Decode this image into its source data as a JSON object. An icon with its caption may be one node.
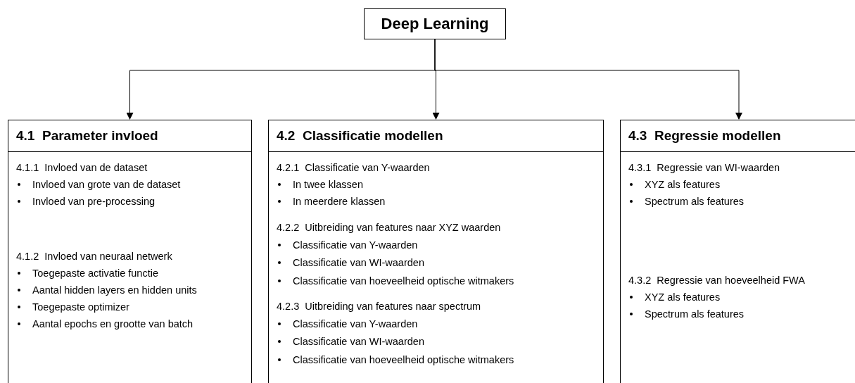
{
  "diagram": {
    "nodes": [
      {
        "text": [
          "Deep Learning"
        ]
      },
      {
        "text": [
          "4.1  Parameter invloed",
          "4.1.1  Invloed van de dataset",
          "Invloed van grote van de dataset",
          "Invloed van pre-processing",
          "4.1.2  Invloed van neuraal netwerk",
          "Toegepaste activatie functie",
          "Aantal hidden layers en hidden units",
          "Toegepaste optimizer",
          "Aantal epochs en grootte van batch"
        ]
      },
      {
        "text": [
          "4.2  Classificatie modellen",
          "4.2.1  Classificatie van Y-waarden",
          "In twee klassen",
          "In meerdere klassen",
          "4.2.2  Uitbreiding van features naar XYZ waarden",
          "Classificatie van Y-waarden",
          "Classificatie van WI-waarden",
          "Classificatie van hoeveelheid optische witmakers",
          "4.2.3  Uitbreiding van features naar spectrum",
          "Classificatie van Y-waarden",
          "Classificatie van WI-waarden",
          "Classificatie van hoeveelheid optische witmakers"
        ]
      },
      {
        "text": [
          "4.3  Regressie modellen",
          "4.3.1  Regressie van WI-waarden",
          "XYZ als features",
          "Spectrum als features",
          "4.3.2  Regressie van hoeveelheid FWA",
          "XYZ als features",
          "Spectrum als features"
        ]
      }
    ],
    "edges": [
      {
        "from": 0,
        "to": 1,
        "arrow": "to"
      },
      {
        "from": 0,
        "to": 2,
        "arrow": "to"
      },
      {
        "from": 0,
        "to": 3,
        "arrow": "to"
      }
    ]
  }
}
